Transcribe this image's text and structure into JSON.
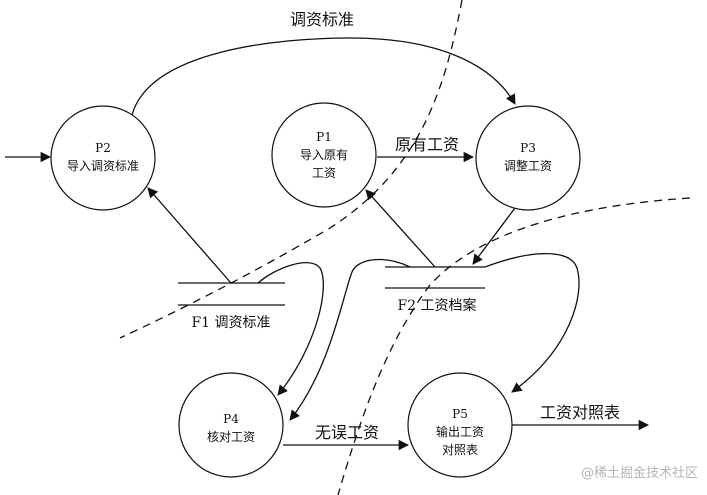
{
  "processes": [
    {
      "id": "P2",
      "name": "导入调资标准"
    },
    {
      "id": "P1",
      "name_lines": [
        "导入原有",
        "工资"
      ]
    },
    {
      "id": "P3",
      "name": "调整工资"
    },
    {
      "id": "P4",
      "name": "核对工资"
    },
    {
      "id": "P5",
      "name_lines": [
        "输出工资",
        "对照表"
      ]
    }
  ],
  "stores": [
    {
      "label": "F1 调资标准"
    },
    {
      "label": "F2 工资档案"
    }
  ],
  "flows": {
    "top_arc": "调资标准",
    "p1_to_p3": "原有工资",
    "p4_to_p5": "无误工资",
    "output": "工资对照表"
  },
  "watermark": "@稀土掘金技术社区"
}
